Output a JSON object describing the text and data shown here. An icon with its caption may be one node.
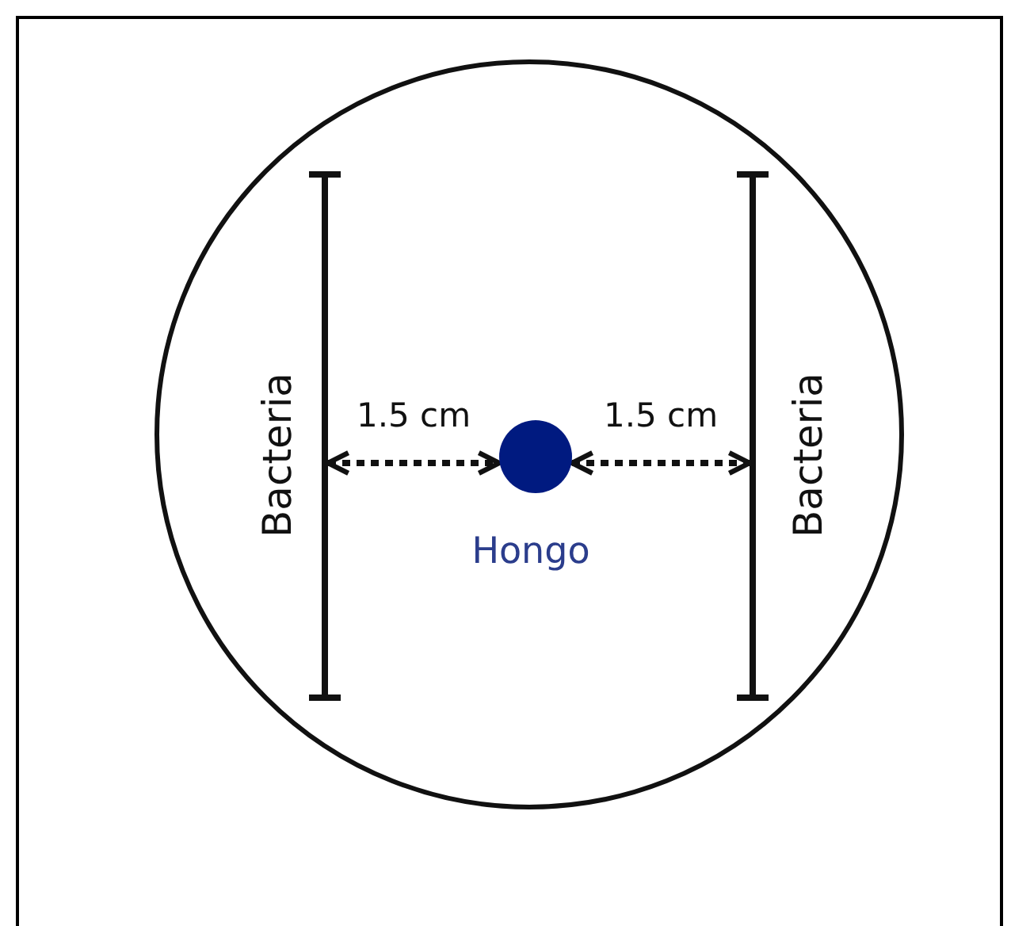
{
  "diagram": {
    "nodes": [
      {
        "text": [],
        "shape": "circle"
      },
      {
        "text": [],
        "shape": "bar",
        "beside": [
          "Bacteria"
        ],
        "in": 0
      },
      {
        "text": [],
        "shape": "circle",
        "beside": [
          "Hongo"
        ],
        "in": 0
      },
      {
        "text": [],
        "shape": "bar",
        "beside": [
          "Bacteria"
        ],
        "in": 0
      }
    ],
    "edges": [
      {
        "from": 1,
        "to": 2,
        "arrow": "both",
        "style": "dashed",
        "label": "1.5 cm"
      },
      {
        "from": 2,
        "to": 3,
        "arrow": "both",
        "style": "dashed",
        "label": "1.5 cm"
      }
    ]
  }
}
